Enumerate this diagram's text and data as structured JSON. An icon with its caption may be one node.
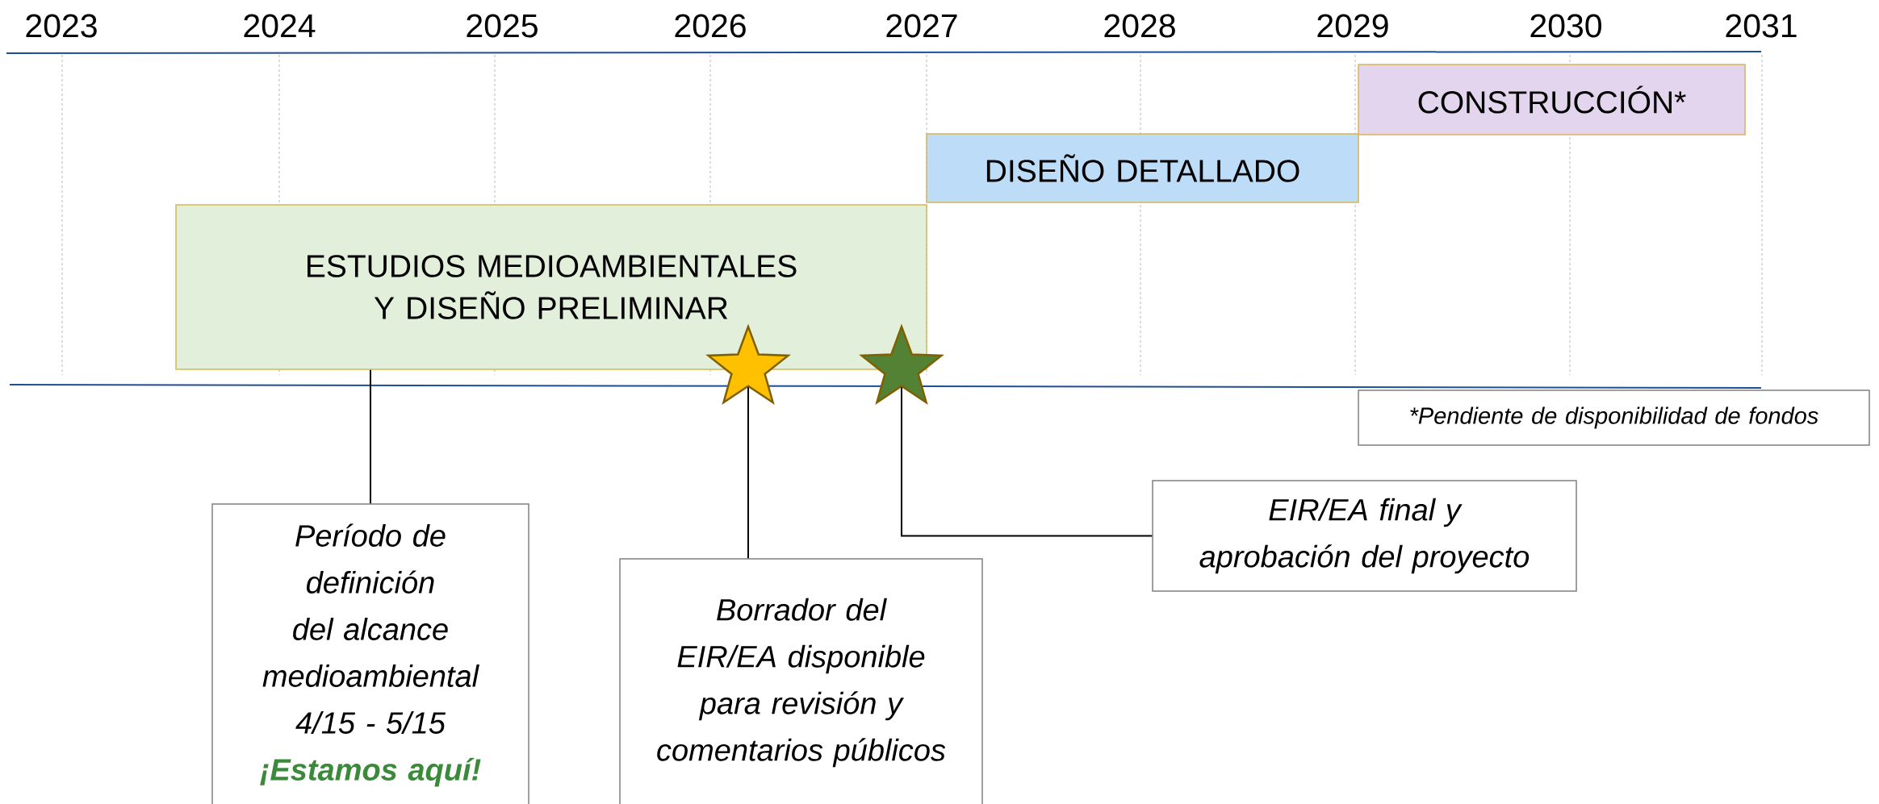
{
  "diagram": {
    "nodes": [
      {
        "text": [
          "ESTUDIOS MEDIOAMBIENTALES Y DISEÑO PRELIMINAR"
        ]
      },
      {
        "text": [
          "DISEÑO DETALLADO"
        ]
      },
      {
        "text": [
          "CONSTRUCCIÓN*"
        ]
      },
      {
        "text": [],
        "shape": "star"
      },
      {
        "text": [],
        "shape": "star"
      },
      {
        "text": [
          "Período de definición del alcance medioambiental 4/15 - 5/15",
          "¡Estamos aquí!"
        ]
      },
      {
        "text": [
          "Borrador del EIR/EA disponible para revisión y comentarios públicos"
        ]
      },
      {
        "text": [
          "EIR/EA final y aprobación del proyecto"
        ]
      },
      {
        "text": [
          "*Pendiente de disponibilidad de fondos"
        ]
      }
    ],
    "edges": [
      {
        "from": 5,
        "to": 0,
        "arrow": "none"
      },
      {
        "from": 6,
        "to": 3,
        "arrow": "none"
      },
      {
        "from": 7,
        "to": 4,
        "arrow": "none"
      }
    ],
    "labels": [
      "2023",
      "2024",
      "2025",
      "2026",
      "2027",
      "2028",
      "2029",
      "2030",
      "2031"
    ]
  }
}
